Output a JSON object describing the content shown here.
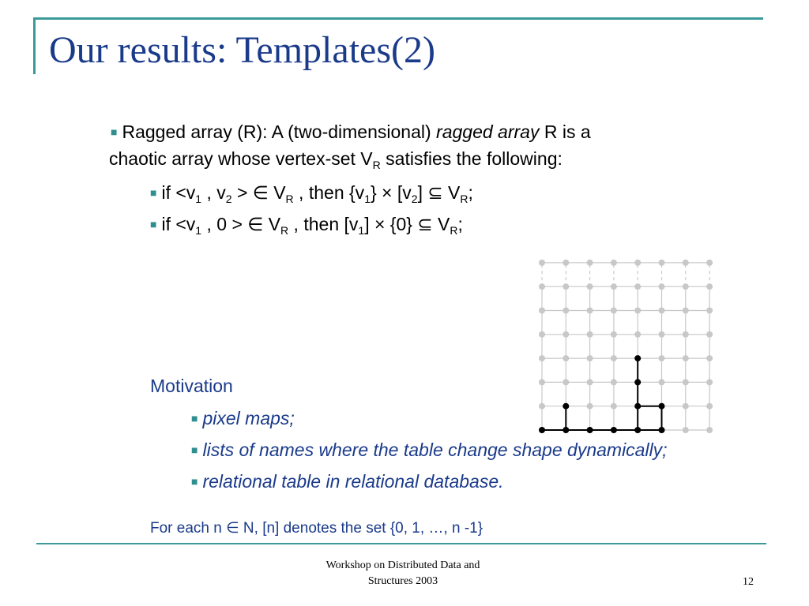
{
  "title": "Our results: Templates(2)",
  "bullet_main": {
    "lead": "Ragged array (R):  A (two-dimensional) ",
    "italic": "ragged array",
    "rest": " R is a",
    "line2_a": "chaotic array  whose vertex-set V",
    "line2_sub": "R",
    "line2_b": " satisfies the following:"
  },
  "sub_bullets": [
    {
      "a": "if <v",
      "s1": "1",
      "b": " , v",
      "s2": "2",
      "c": " > ∈ V",
      "s3": "R",
      "d": " ,  then {v",
      "s4": "1",
      "e": "} × [v",
      "s5": "2",
      "f": "] ⊆  V",
      "s6": "R",
      "g": ";"
    },
    {
      "a": "if <v",
      "s1": "1",
      "b": " , 0 > ∈ V",
      "s3": "R",
      "d": " ,  then [v",
      "s4": "1",
      "e": "] × {0} ⊆  V",
      "s6": "R",
      "g": ";"
    }
  ],
  "motivation": {
    "heading": "Motivation",
    "items": [
      "pixel maps;",
      "lists of names where the table change shape dynamically;",
      "relational table in relational database."
    ]
  },
  "note": "For each n  ∈ N, [n] denotes the set {0, 1, …, n -1}",
  "footer": {
    "line1": "Workshop on Distributed Data and",
    "line2": "Structures 2003",
    "page": "12"
  },
  "grid": {
    "cols": 8,
    "rows": 8,
    "highlight_color": "#000000",
    "base_color": "#c8c8c8",
    "highlight_points": [
      [
        0,
        0
      ],
      [
        1,
        0
      ],
      [
        2,
        0
      ],
      [
        3,
        0
      ],
      [
        4,
        0
      ],
      [
        5,
        0
      ],
      [
        1,
        1
      ],
      [
        4,
        1
      ],
      [
        5,
        1
      ],
      [
        4,
        2
      ],
      [
        4,
        3
      ]
    ],
    "highlight_h_edges": [
      [
        0,
        0
      ],
      [
        1,
        0
      ],
      [
        2,
        0
      ],
      [
        3,
        0
      ],
      [
        4,
        0
      ],
      [
        4,
        1
      ]
    ],
    "highlight_v_edges": [
      [
        1,
        0
      ],
      [
        4,
        0
      ],
      [
        5,
        0
      ],
      [
        4,
        1
      ],
      [
        4,
        2
      ]
    ]
  }
}
